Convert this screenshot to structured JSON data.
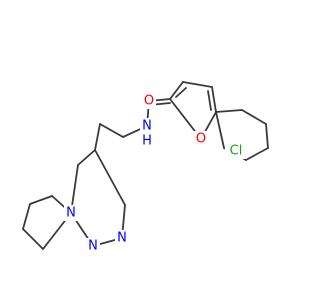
{
  "molecule": {
    "atom_labels": [
      {
        "id": "O-carbonyl",
        "text": "O",
        "color": "#ff0000"
      },
      {
        "id": "O-furan",
        "text": "O",
        "color": "#ff0000"
      },
      {
        "id": "N-amide",
        "text": "N",
        "color": "#0000ff"
      },
      {
        "id": "H-amide",
        "text": "H",
        "color": "#0000ff"
      },
      {
        "id": "Cl",
        "text": "Cl",
        "color": "#1fa01f"
      },
      {
        "id": "N-bridge",
        "text": "N",
        "color": "#0000ff"
      },
      {
        "id": "N-triazole-1",
        "text": "N",
        "color": "#0000ff"
      },
      {
        "id": "N-triazole-2",
        "text": "N",
        "color": "#0000ff"
      }
    ],
    "bond_color": "#3a3a3a"
  }
}
